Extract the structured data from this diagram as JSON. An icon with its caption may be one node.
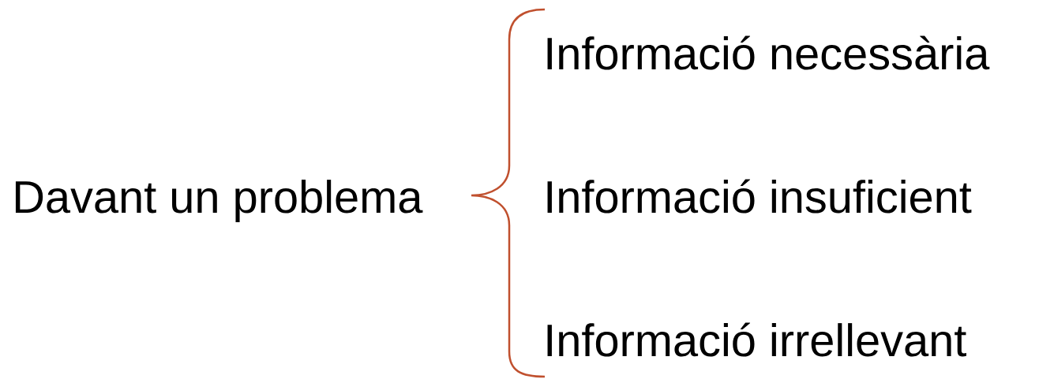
{
  "diagram": {
    "labels": [
      "Davant un problema",
      "Informació necessària",
      "Informació insuficient",
      "Informació irrellevant"
    ]
  }
}
